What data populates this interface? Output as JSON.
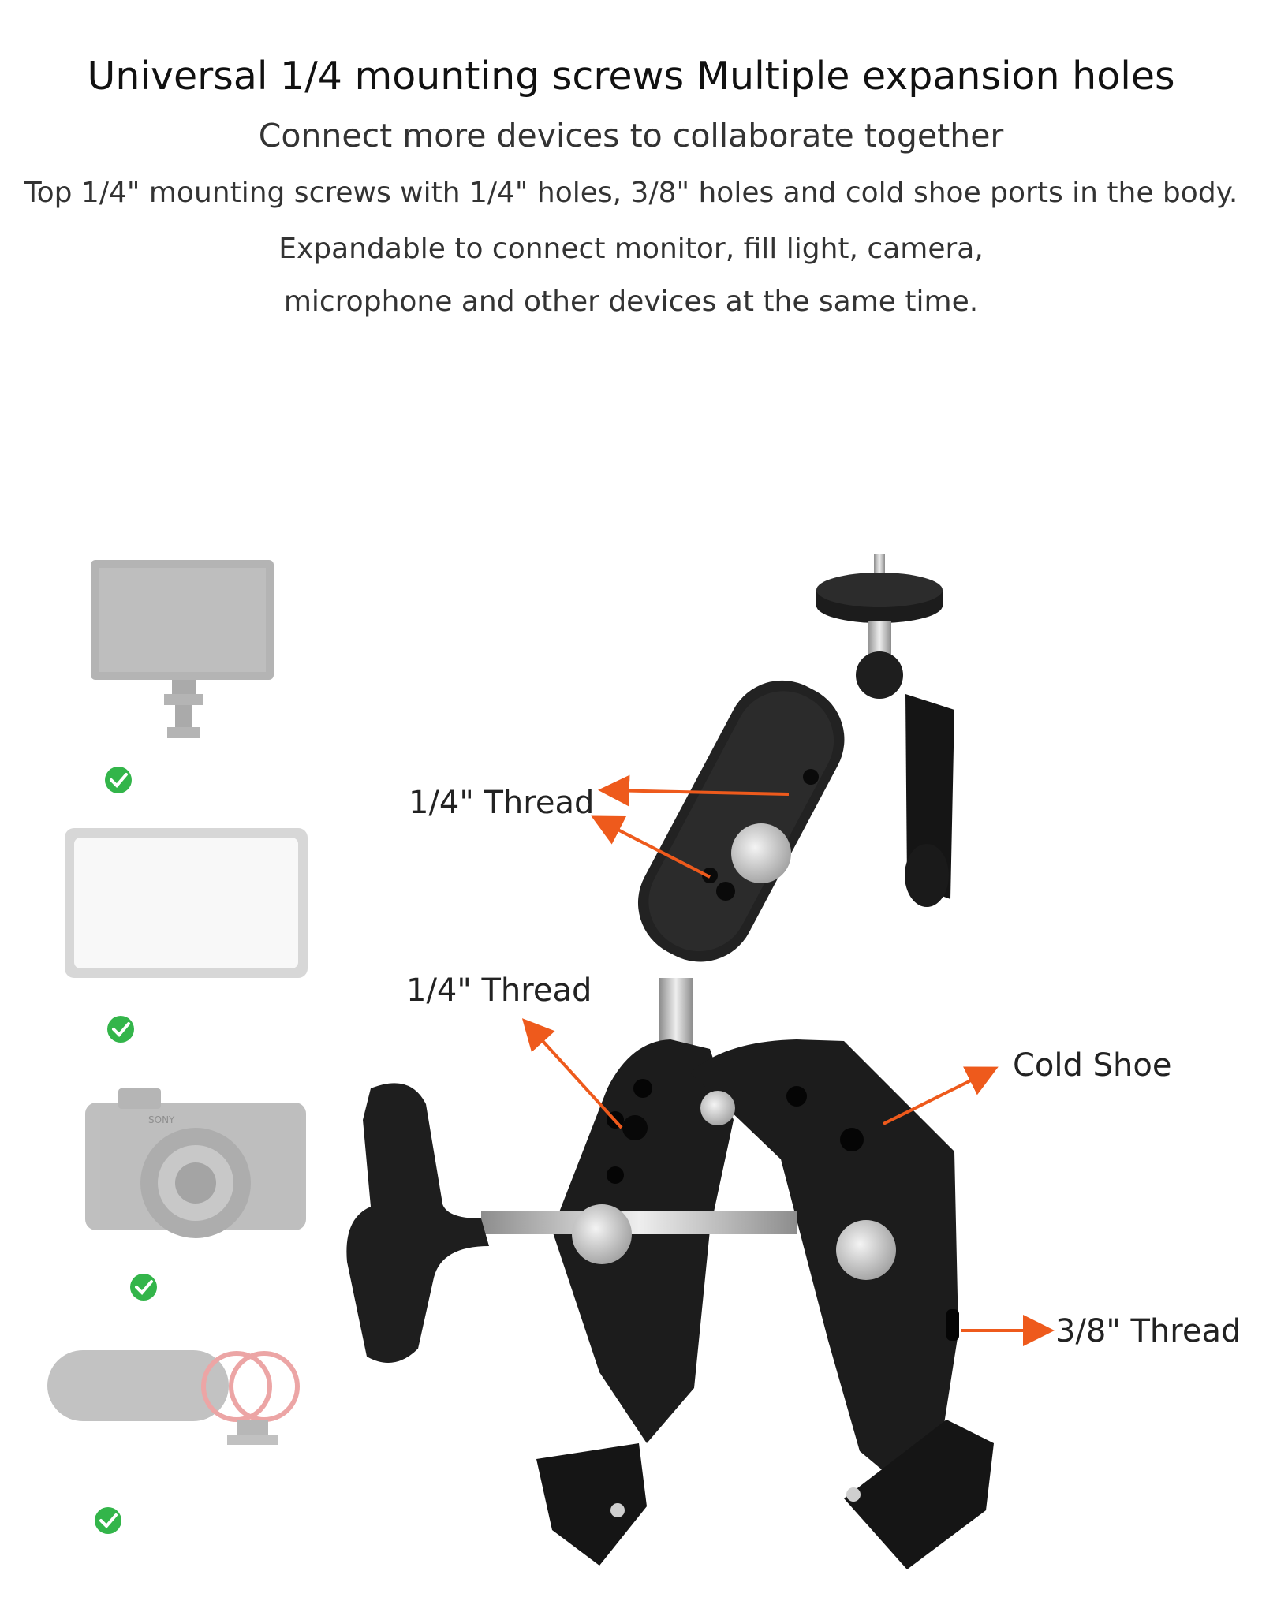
{
  "header": {
    "title": "Universal 1/4 mounting screws Multiple expansion holes",
    "subtitle": "Connect more devices to collaborate together",
    "line1": "Top 1/4\" mounting screws with 1/4\" holes, 3/8\" holes and cold shoe ports in the body.",
    "line2": "Expandable to connect monitor, fill light, camera,",
    "line3": "microphone and other devices at the same time."
  },
  "callouts": {
    "upper_thread": "1/4\" Thread",
    "lower_thread": "1/4\" Thread",
    "cold_shoe": "Cold Shoe",
    "side_thread": "3/8\" Thread"
  },
  "device_panel": {
    "devices": [
      "monitor",
      "fill-light",
      "camera",
      "microphone"
    ],
    "camera_brand": "SONY",
    "check_color": "#33b54a"
  },
  "colors": {
    "arrow": "#ee5a1c",
    "clamp": "#1f1f1f",
    "steel": "#c9c9c9"
  }
}
